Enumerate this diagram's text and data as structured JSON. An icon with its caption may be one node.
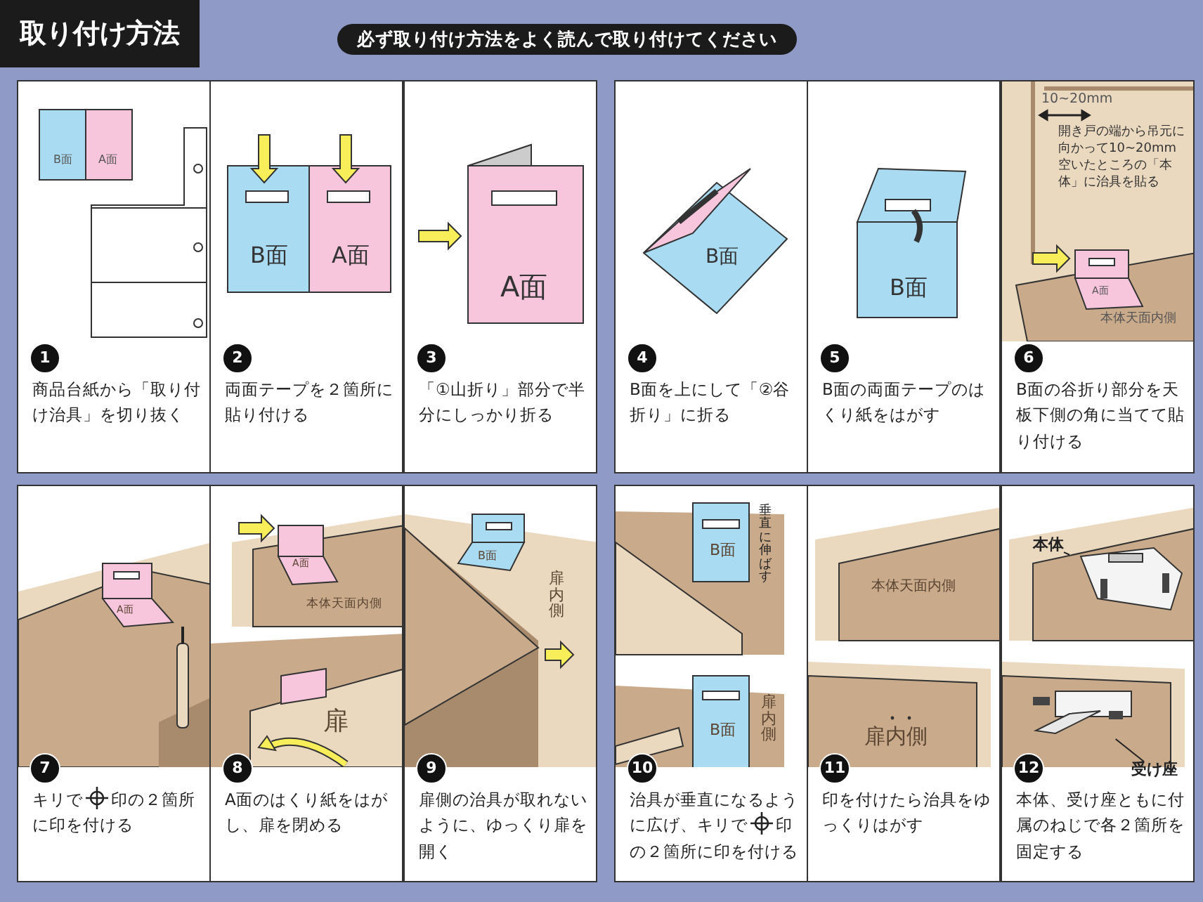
{
  "diagram": {
    "title": "取り付け方法",
    "nodes": [
      {
        "text": [
          "B面",
          "A面",
          "1",
          "商品台紙から「取り付け治具」を切り抜く"
        ]
      },
      {
        "text": [
          "B面",
          "A面",
          "2",
          "両面テープを２箇所に貼り付ける"
        ]
      },
      {
        "text": [
          "A面",
          "3",
          "「①山折り」部分で半分にしっかり折る"
        ]
      },
      {
        "text": [
          "B面",
          "4",
          "B面を上にして「②谷折り」に折る"
        ]
      },
      {
        "text": [
          "B面",
          "5",
          "B面の両面テープのはくり紙をはがす"
        ]
      },
      {
        "text": [
          "10~20mm",
          "開き戸の端から吊元に向かって10~20mm空いたところの「本体」に治具を貼る",
          "A面",
          "本体天面内側",
          "6",
          "B面の谷折り部分を天板下側の角に当てて貼り付ける"
        ]
      },
      {
        "text": [
          "A面",
          "7",
          "キリで",
          "印の２箇所に印を付ける"
        ]
      },
      {
        "text": [
          "A面",
          "本体天面内側",
          "扉",
          "8",
          "A面のはくり紙をはがし、扉を閉める"
        ]
      },
      {
        "text": [
          "B面",
          "扉内側",
          "9",
          "扉側の治具が取れないように、ゆっくり扉を開く"
        ]
      },
      {
        "text": [
          "垂直に伸ばす",
          "B面",
          "B面",
          "扉内側",
          "10",
          "治具が垂直になるように広げ、キリで",
          "印の２箇所に印を付ける"
        ]
      },
      {
        "text": [
          "本体天面内側",
          "扉内側",
          "11",
          "印を付けたら治具をゆっくりはがす"
        ]
      },
      {
        "text": [
          "12",
          "本体、受け座ともに付属のねじで各２箇所を固定する"
        ]
      },
      {
        "text": [
          "本体"
        ],
        "in": 11
      },
      {
        "text": [],
        "shape": "picture",
        "in": 11
      },
      {
        "text": [
          "受け座"
        ],
        "in": 11
      },
      {
        "text": [],
        "shape": "picture",
        "in": 11
      }
    ],
    "edges": [
      {
        "from": 12,
        "to": 13,
        "arrow": "none"
      },
      {
        "from": 14,
        "to": 15,
        "arrow": "none"
      }
    ],
    "labels": [
      "必ず取り付け方法をよく読んで取り付けてください"
    ]
  }
}
